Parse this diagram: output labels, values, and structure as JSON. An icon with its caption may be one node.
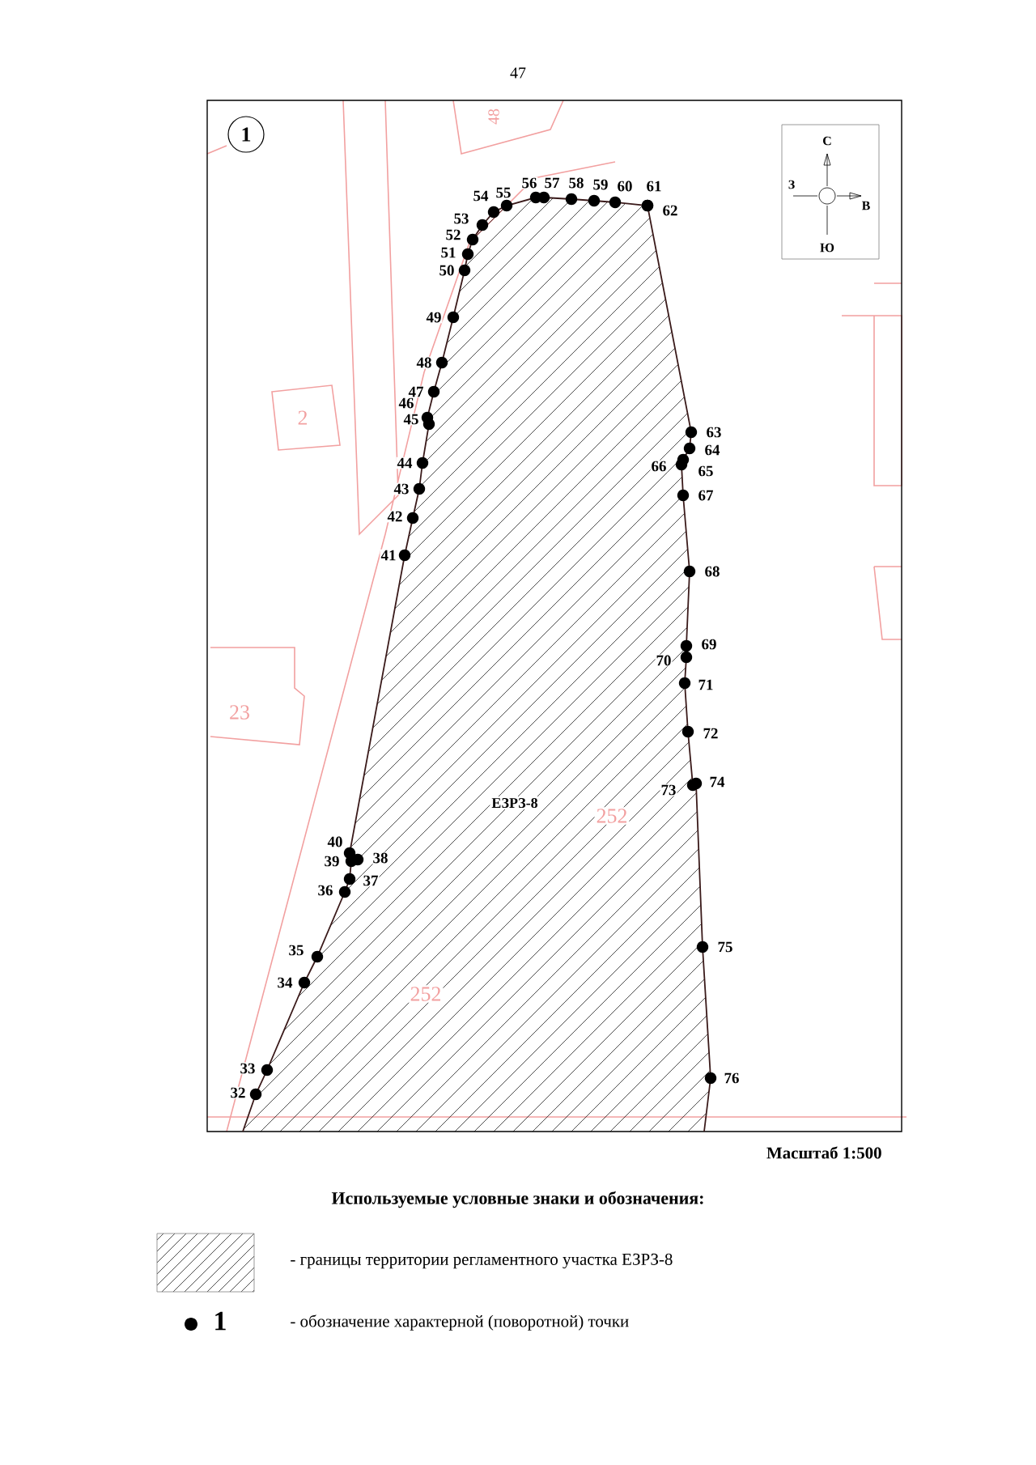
{
  "diagram": {
    "labels": [
      "47",
      "1",
      "48",
      "С",
      "З",
      "В",
      "Ю",
      "2",
      "23",
      "ЕЗРЗ-8",
      "252",
      "252",
      "32",
      "33",
      "34",
      "35",
      "36",
      "37",
      "39",
      "38",
      "40",
      "41",
      "42",
      "43",
      "44",
      "45",
      "46",
      "47",
      "48",
      "49",
      "50",
      "51",
      "52",
      "53",
      "54",
      "55",
      "56",
      "57",
      "58",
      "59",
      "60",
      "61",
      "62",
      "63",
      "64",
      "65",
      "66",
      "67",
      "68",
      "69",
      "70",
      "71",
      "72",
      "73",
      "74",
      "75",
      "76",
      "Масштаб 1:500",
      "Используемые условные знаки и обозначения:",
      "1"
    ],
    "legend": [
      {
        "text": "- границы территории регламентного участка ЕЗРЗ-8"
      },
      {
        "text": "- обозначение характерной (поворотной) точки"
      }
    ]
  }
}
